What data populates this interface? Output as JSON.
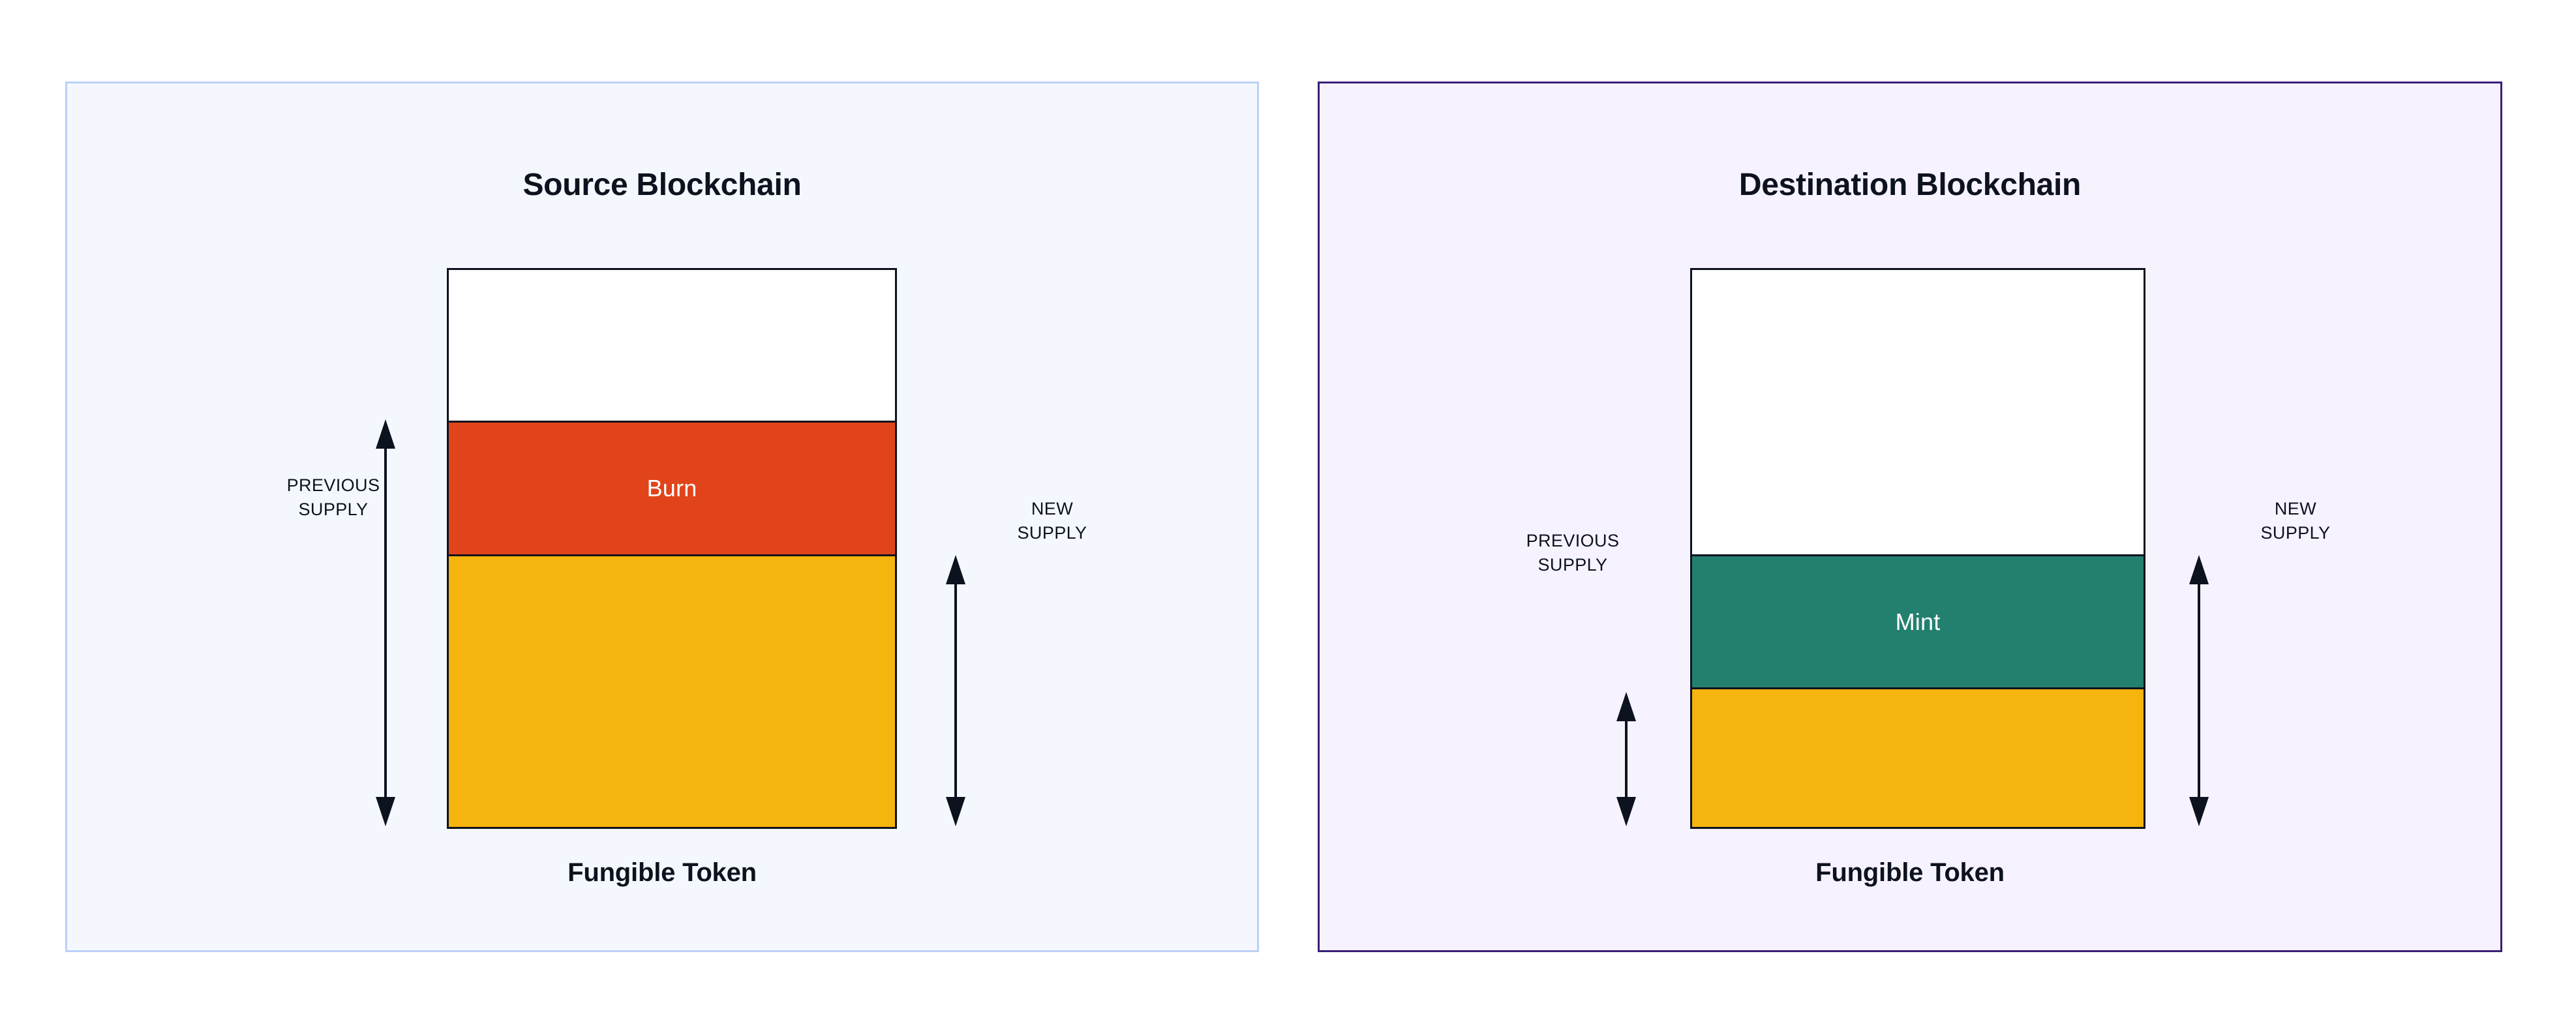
{
  "diagram": {
    "title": "Cross-chain fungible token burn and mint supply diagram",
    "colors": {
      "burn": "#E1441A",
      "mint": "#23806F",
      "supply": "#F6B40E",
      "unissued": "#FFFFFF",
      "outline": "#0D121F",
      "source_panel_border": "#BBD0F7",
      "source_panel_fill": "#F4F8FE",
      "destination_panel_border": "#3A1F7A",
      "destination_panel_fill": "#F6F3FE"
    }
  },
  "panels": [
    {
      "id": "source",
      "title": "Source Blockchain",
      "caption": "Fungible Token",
      "segments": [
        {
          "id": "headroom",
          "label": "",
          "color": "#FFFFFF",
          "share_pct": 27
        },
        {
          "id": "burn",
          "label": "Burn",
          "color": "#E1441A",
          "share_pct": 24
        },
        {
          "id": "remaining-supply",
          "label": "",
          "color": "#F6B40E",
          "share_pct": 49
        }
      ],
      "measures": [
        {
          "id": "previous-supply",
          "label": "PREVIOUS\nSUPPLY",
          "side": "left",
          "covers": [
            "burn",
            "remaining-supply"
          ],
          "span_pct": 73
        },
        {
          "id": "new-supply",
          "label": "NEW\nSUPPLY",
          "side": "right",
          "covers": [
            "remaining-supply"
          ],
          "span_pct": 49
        }
      ]
    },
    {
      "id": "destination",
      "title": "Destination Blockchain",
      "caption": "Fungible Token",
      "segments": [
        {
          "id": "headroom",
          "label": "",
          "color": "#FFFFFF",
          "share_pct": 51
        },
        {
          "id": "mint",
          "label": "Mint",
          "color": "#23806F",
          "share_pct": 24
        },
        {
          "id": "existing-supply",
          "label": "",
          "color": "#F6B40E",
          "share_pct": 25
        }
      ],
      "measures": [
        {
          "id": "previous-supply",
          "label": "PREVIOUS\nSUPPLY",
          "side": "left",
          "covers": [
            "existing-supply"
          ],
          "span_pct": 25
        },
        {
          "id": "new-supply",
          "label": "NEW\nSUPPLY",
          "side": "right",
          "covers": [
            "mint",
            "existing-supply"
          ],
          "span_pct": 49
        }
      ]
    }
  ]
}
